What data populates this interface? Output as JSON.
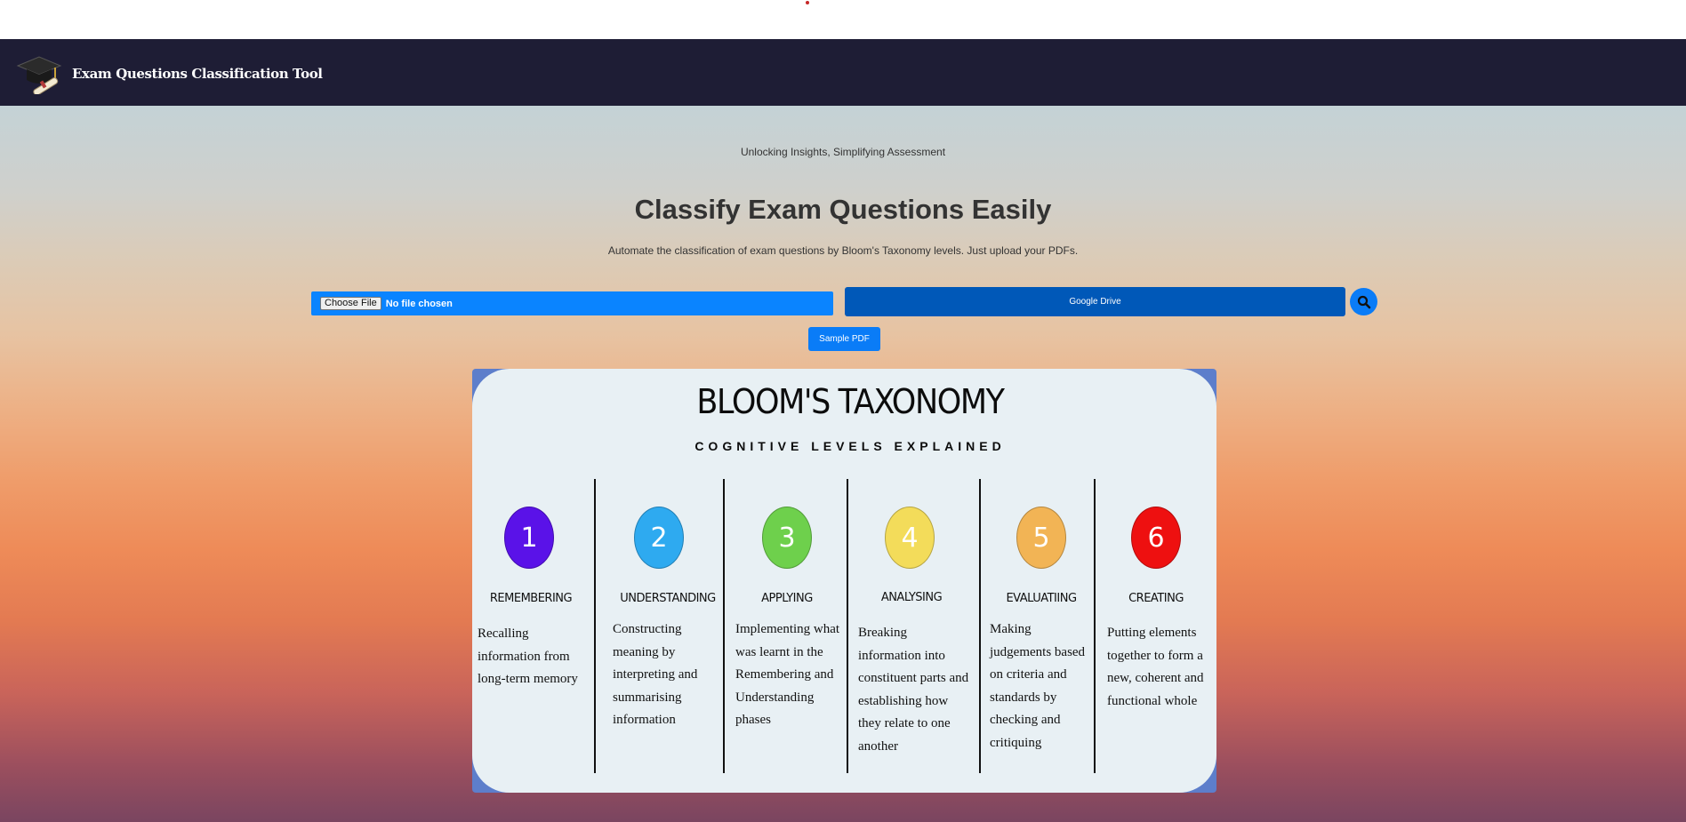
{
  "header": {
    "title": "Exam Questions Classification Tool",
    "logo_icon": "graduation-cap-icon"
  },
  "hero": {
    "tagline": "Unlocking Insights, Simplifying Assessment",
    "headline": "Classify Exam Questions Easily",
    "description": "Automate the classification of exam questions by Bloom's Taxonomy levels. Just upload your PDFs."
  },
  "upload": {
    "choose_file_label": "Choose File",
    "file_status": "No file chosen",
    "google_drive_label": "Google Drive",
    "search_icon": "search-icon",
    "sample_pdf_label": "Sample PDF"
  },
  "taxonomy": {
    "title": "BLOOM'S TAXONOMY",
    "subtitle": "COGNITIVE LEVELS EXPLAINED",
    "levels": [
      {
        "number": "1",
        "name": "REMEMBERING",
        "description": "Recalling information from long-term memory",
        "color": "#5a12e8"
      },
      {
        "number": "2",
        "name": "UNDERSTANDING",
        "description": "Constructing meaning by interpreting and summarising information",
        "color": "#2eaaf0"
      },
      {
        "number": "3",
        "name": "APPLYING",
        "description": "Implementing what was learnt in the Remembering and Understanding phases",
        "color": "#6ed04c"
      },
      {
        "number": "4",
        "name": "ANALYSING",
        "description": "Breaking information into constituent parts and establishing how they relate to one another",
        "color": "#f3dc5a"
      },
      {
        "number": "5",
        "name": "EVALUATIING",
        "description": "Making judgements based on criteria and standards by checking and critiquing",
        "color": "#f2b455"
      },
      {
        "number": "6",
        "name": "CREATING",
        "description": "Putting elements together to form a new, coherent and functional whole",
        "color": "#ee1010"
      }
    ]
  }
}
